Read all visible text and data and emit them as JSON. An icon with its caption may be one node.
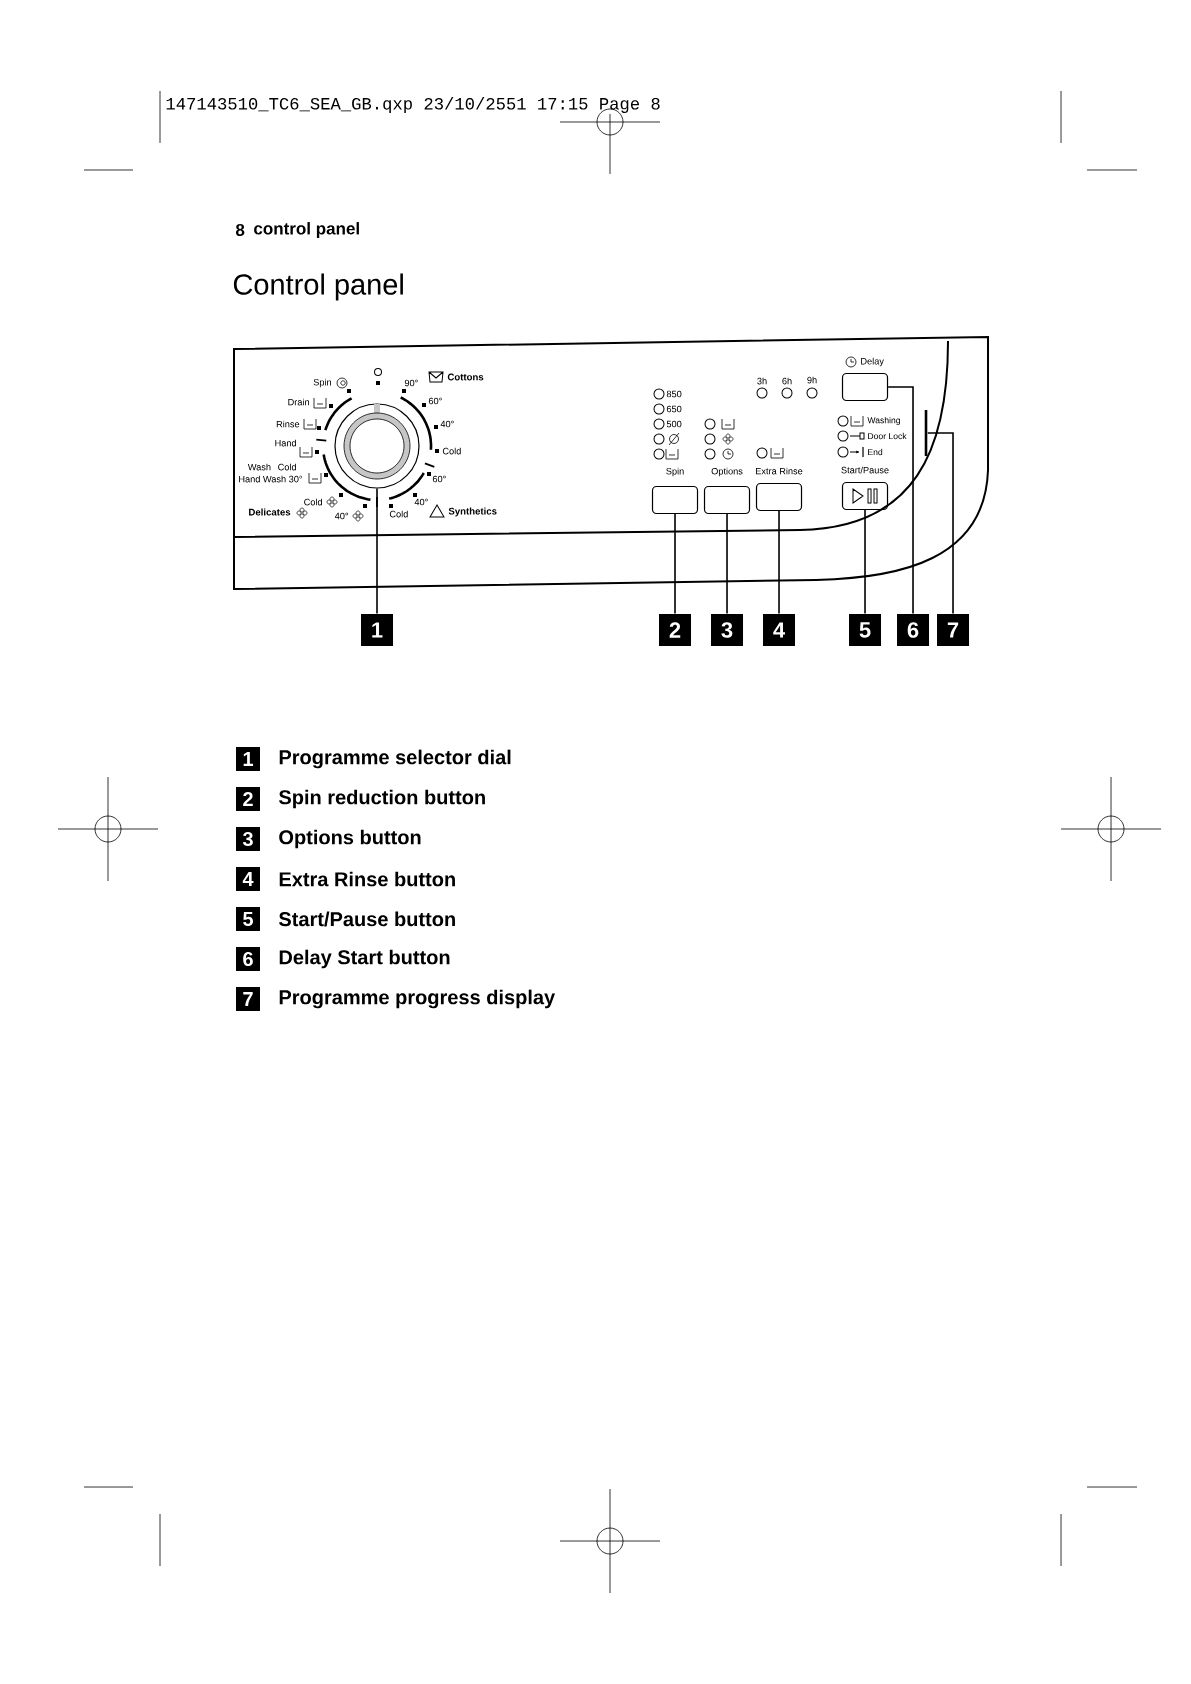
{
  "diagram": {
    "title": "Control panel",
    "nodes": [
      {
        "text": [
          "1"
        ]
      },
      {
        "text": [
          "2"
        ]
      },
      {
        "text": [
          "3"
        ]
      },
      {
        "text": [
          "4"
        ]
      },
      {
        "text": [
          "5"
        ]
      },
      {
        "text": [
          "6"
        ]
      },
      {
        "text": [
          "7"
        ]
      },
      {
        "text": [],
        "shape": "circle"
      },
      {
        "text": [],
        "shape": "box"
      },
      {
        "text": [],
        "shape": "box"
      },
      {
        "text": [],
        "shape": "box"
      },
      {
        "text": [],
        "shape": "box"
      },
      {
        "text": [],
        "shape": "box"
      },
      {
        "text": [],
        "shape": "bar"
      }
    ],
    "edges": [
      {
        "from": 0,
        "to": 7,
        "arrow": "none"
      },
      {
        "from": 1,
        "to": 8,
        "arrow": "none"
      },
      {
        "from": 2,
        "to": 9,
        "arrow": "none"
      },
      {
        "from": 3,
        "to": 10,
        "arrow": "none"
      },
      {
        "from": 4,
        "to": 11,
        "arrow": "none"
      },
      {
        "from": 5,
        "to": 12,
        "arrow": "none"
      },
      {
        "from": 6,
        "to": 13,
        "arrow": "none"
      }
    ],
    "labels": [
      "147143510_TC6_SEA_GB.qxp 23/10/2551 17:15 Page 8",
      "8",
      "control panel",
      "Spin",
      "Drain",
      "Rinse",
      "Hand Wash Cold",
      "Hand Wash 30°",
      "Cold",
      "Delicates",
      "40°",
      "Cold",
      "Synthetics",
      "40°",
      "60°",
      "Cold",
      "40°",
      "60°",
      "90°",
      "Cottons",
      "850",
      "650",
      "500",
      "Spin",
      "Options",
      "Extra Rinse",
      "3h",
      "6h",
      "9h",
      "Delay",
      "Washing",
      "Door Lock",
      "End",
      "Start/Pause",
      "1",
      "Programme selector dial",
      "2",
      "Spin reduction button",
      "3",
      "Options button",
      "4",
      "Extra Rinse button",
      "5",
      "Start/Pause button",
      "6",
      "Delay Start button",
      "7",
      "Programme progress display"
    ]
  }
}
